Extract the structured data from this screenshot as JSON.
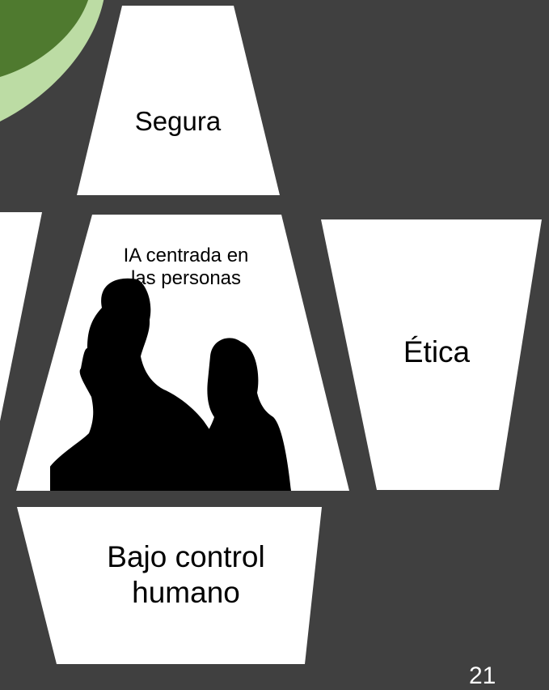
{
  "colors": {
    "background": "#404040",
    "shape_fill": "#ffffff",
    "circle_fill": "#4f7a2f",
    "circle_ring": "#bcdca4",
    "text": "#000000",
    "slide_number": "#ffffff"
  },
  "top_center": {
    "label": "Segura"
  },
  "center": {
    "label_line1": "IA centrada en",
    "label_line2": "las personas",
    "image_icon": "people-silhouette-icon"
  },
  "right": {
    "label": "Ética"
  },
  "bottom": {
    "label_line1": "Bajo control",
    "label_line2": "humano"
  },
  "decoration": {
    "icon": "green-circle-icon"
  },
  "slide_number": "21"
}
